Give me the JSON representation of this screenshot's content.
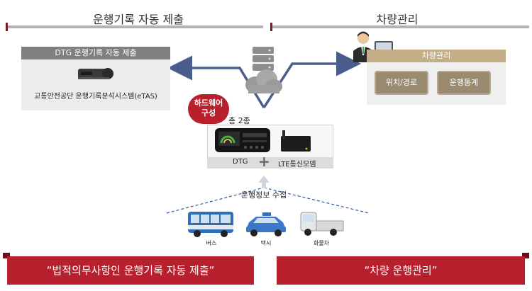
{
  "left_section": {
    "title": "운행기록 자동 제출"
  },
  "right_section": {
    "title": "차량관리"
  },
  "dtg_panel": {
    "header": "DTG 운행기록 자동 제출",
    "caption": "교통안전공단 운행기록분석시스템(eTAS)"
  },
  "fleet_panel": {
    "header": "차량관리",
    "buttons": [
      "위치/경로",
      "운행통계"
    ]
  },
  "hardware": {
    "badge_line1": "하드웨어",
    "badge_line2": "구성",
    "count": "총 2종",
    "dtg_label": "DTG",
    "plus": "+",
    "modem_label": "LTE통신모뎀"
  },
  "collect_label": "운행정보 수집",
  "vehicles": [
    "버스",
    "택시",
    "화물차"
  ],
  "bottom_left": "“법적의무사항인 운행기록 자동 제출”",
  "bottom_right": "“차량 운행관리”",
  "colors": {
    "accent": "#b8202d",
    "arrow": "#4a5d8c",
    "dark_accent": "#7a1a24"
  }
}
